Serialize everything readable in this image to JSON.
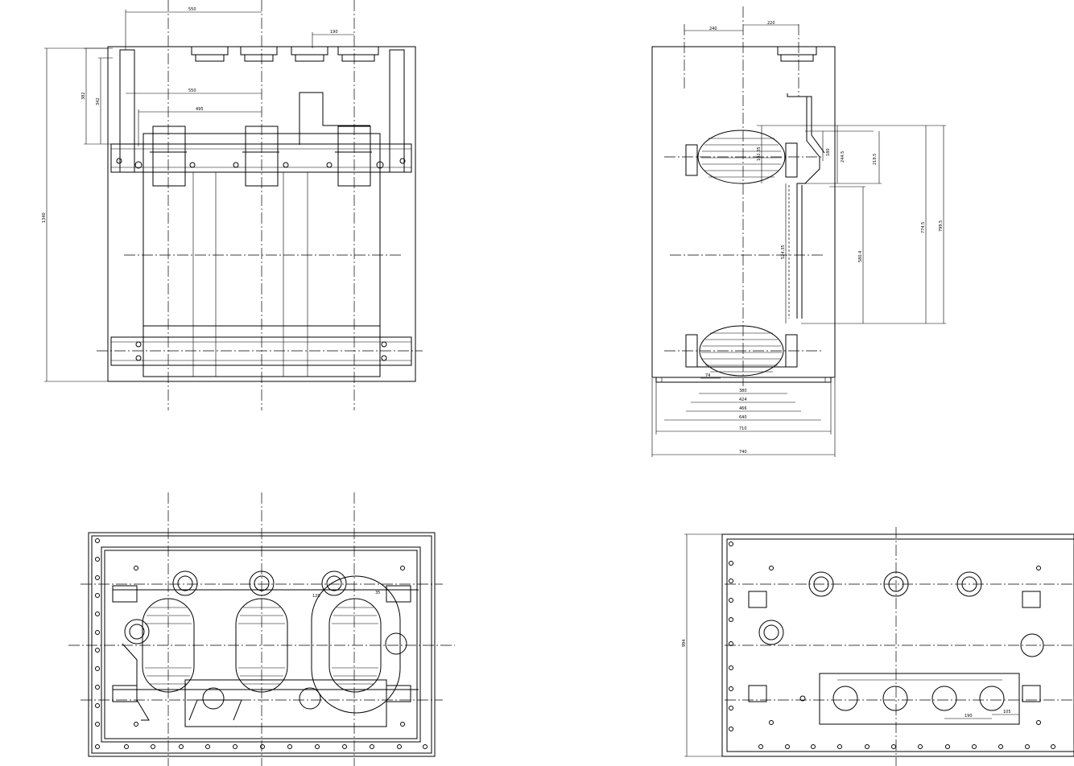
{
  "views": {
    "front": {
      "dims": {
        "top_550": "550",
        "top_190": "190",
        "mid_550": "550",
        "mid_495": "495",
        "left_382": "382",
        "left_342": "342",
        "height_1340": "1340"
      }
    },
    "side": {
      "dims": {
        "top_240": "240",
        "top_220": "220",
        "v_102_35": "102.35",
        "v_180": "180",
        "v_244_5": "244.5",
        "v_219_5": "219.5",
        "v_774_5": "774.5",
        "v_799_5": "799.5",
        "v_524_35": "524.35",
        "v_580_4": "580.4",
        "h_74": "74",
        "w_380": "380",
        "w_424": "424",
        "w_466": "466",
        "w_640": "640",
        "w_710": "710",
        "w_740": "740"
      }
    },
    "plan": {
      "dims": {
        "note_120": "120",
        "note_35": "35"
      }
    },
    "bottom": {
      "dims": {
        "v_994": "994",
        "h_190": "190",
        "h_105": "105"
      }
    }
  }
}
